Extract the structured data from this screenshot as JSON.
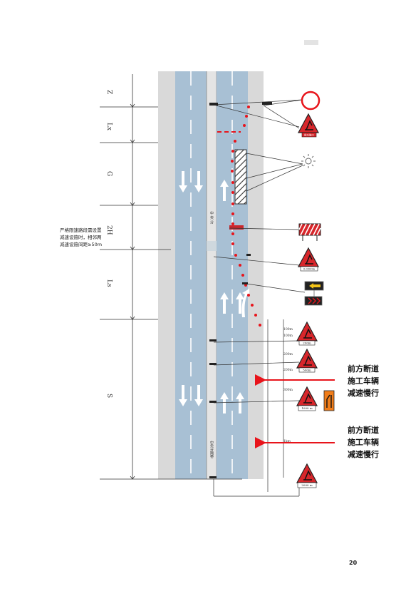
{
  "segments": [
    "Z",
    "Lx",
    "G",
    "2H",
    "Ls",
    "S"
  ],
  "median_label_upper": "中 央 分",
  "median_label_lower": "中央分隔带",
  "note_lines": [
    "严格限速路段需设置",
    "减速设施时，相邻两",
    "减速设施间距≥50m"
  ],
  "distances": {
    "d100a": "100m",
    "d100b": "100m",
    "d200a": "200m",
    "d200b": "200m",
    "d300": "300m",
    "d1km": "1km"
  },
  "sign_plates": {
    "s1": "前方施工",
    "s2": "0-0300m",
    "s3": "200m",
    "s4": "500m",
    "s5": "1000 m",
    "s6": "2000 m"
  },
  "messages": [
    [
      "前方断道",
      "施工车辆",
      "减速慢行"
    ],
    [
      "前方断道",
      "施工车辆",
      "减速慢行"
    ]
  ],
  "page_number": "20",
  "colors": {
    "lane": "#a8c0d4",
    "shoulder": "#d9d9d9",
    "cone": "#e8141b",
    "arrow": "#e8141b",
    "sign_red": "#d8262b"
  }
}
